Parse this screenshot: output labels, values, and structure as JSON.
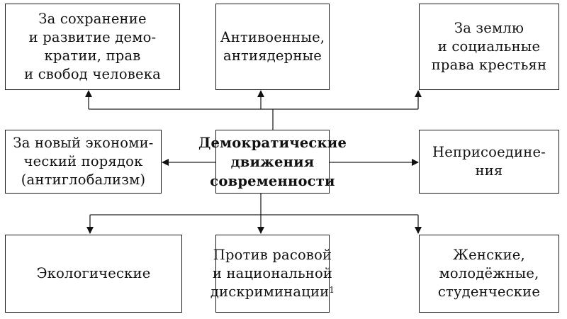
{
  "diagram": {
    "center": {
      "lines": [
        "Демократические",
        "движения",
        "современности"
      ]
    },
    "top": [
      {
        "id": "democracy",
        "lines": [
          "За сохранение",
          "и развитие демо-",
          "кратии, прав",
          "и свобод человека"
        ]
      },
      {
        "id": "antiwar",
        "lines": [
          "Антивоенные,",
          "антиядерные"
        ]
      },
      {
        "id": "peasants",
        "lines": [
          "За землю",
          "и социальные",
          "права крестьян"
        ]
      }
    ],
    "middle": [
      {
        "id": "antiglobalism",
        "lines": [
          "За новый экономи-",
          "ческий порядок",
          "(антиглобализм)"
        ]
      },
      {
        "id": "nonaligned",
        "lines": [
          "Неприсоедине-",
          "ния"
        ]
      }
    ],
    "bottom": [
      {
        "id": "ecological",
        "lines": [
          "Экологические"
        ]
      },
      {
        "id": "antidiscrimination",
        "lines": [
          "Против расовой",
          "и национальной",
          "дискриминации"
        ],
        "footnote": "1"
      },
      {
        "id": "women-youth",
        "lines": [
          "Женские,",
          "молодёжные,",
          "студенческие"
        ]
      }
    ]
  }
}
